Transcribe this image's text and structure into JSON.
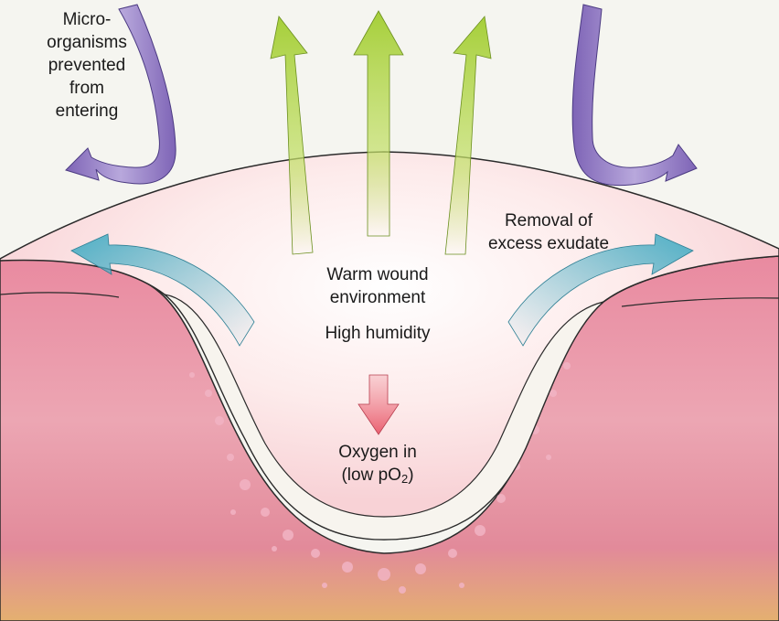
{
  "diagram": {
    "labels": {
      "microorganisms": [
        "Micro-",
        "organisms",
        "prevented",
        "from",
        "entering"
      ],
      "exudate": [
        "Removal of",
        "excess exudate"
      ],
      "environment": [
        "Warm wound",
        "environment"
      ],
      "humidity": "High humidity",
      "oxygen_line1": "Oxygen in",
      "oxygen_prefix": "(low pO",
      "oxygen_sub": "2",
      "oxygen_suffix": ")"
    },
    "colors": {
      "background": "#f5f5f0",
      "dressing": "#fde6e6",
      "tissue": "#e58aa0",
      "tissue_deep": "#e8b070",
      "vapour_arrow": "#b5d64a",
      "exudate_arrow": "#4fb0c6",
      "microbe_arrow": "#8a72c0",
      "oxygen_arrow": "#ef7180"
    }
  }
}
